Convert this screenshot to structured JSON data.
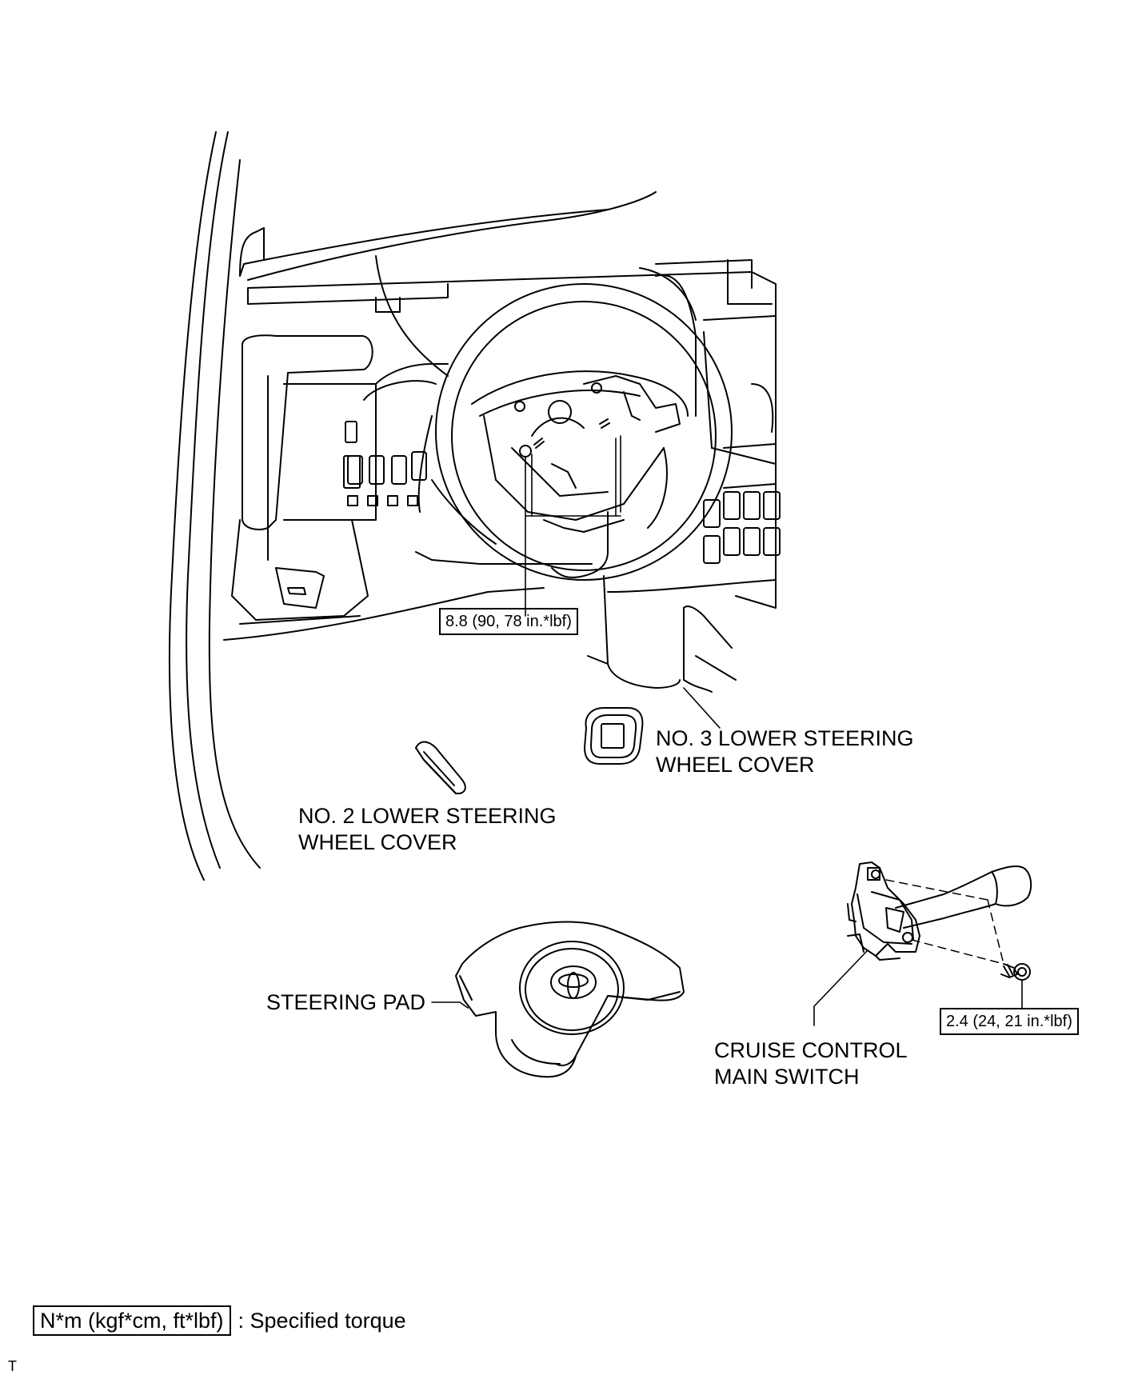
{
  "labels": {
    "torque_steering_wheel": "8.8 (90, 78 in.*lbf)",
    "no3_cover_line1": "NO. 3 LOWER STEERING",
    "no3_cover_line2": "WHEEL COVER",
    "no2_cover_line1": "NO. 2 LOWER STEERING",
    "no2_cover_line2": "WHEEL COVER",
    "steering_pad": "STEERING PAD",
    "cruise_line1": "CRUISE CONTROL",
    "cruise_line2": "MAIN SWITCH",
    "torque_cruise_screw": "2.4 (24, 21 in.*lbf)"
  },
  "legend": {
    "unit_box": "N*m (kgf*cm, ft*lbf)",
    "description": ": Specified torque"
  },
  "corner_mark": "T",
  "logo_text": "TOYOTA",
  "colors": {
    "line": "#000000",
    "background": "#ffffff"
  }
}
